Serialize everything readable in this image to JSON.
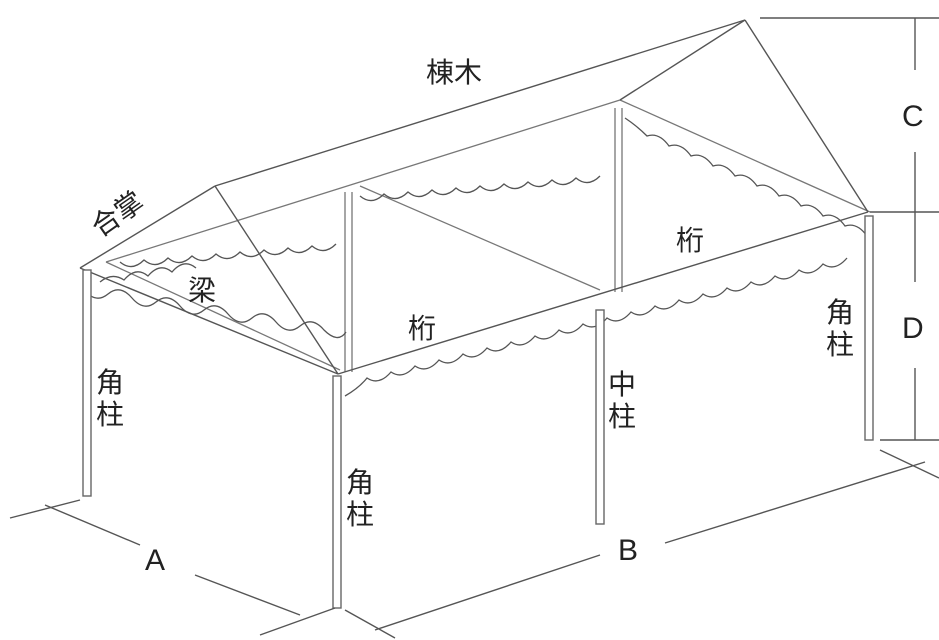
{
  "labels": {
    "ridge": "棟木",
    "rafter": "合掌",
    "beam": "梁",
    "purlin_back": "桁",
    "purlin_front": "桁",
    "corner_post_left": "角柱",
    "corner_post_front": "角柱",
    "corner_post_right": "角柱",
    "middle_post": "中柱"
  },
  "dimensions": {
    "width": "A",
    "length": "B",
    "roof_height": "C",
    "post_height": "D"
  }
}
